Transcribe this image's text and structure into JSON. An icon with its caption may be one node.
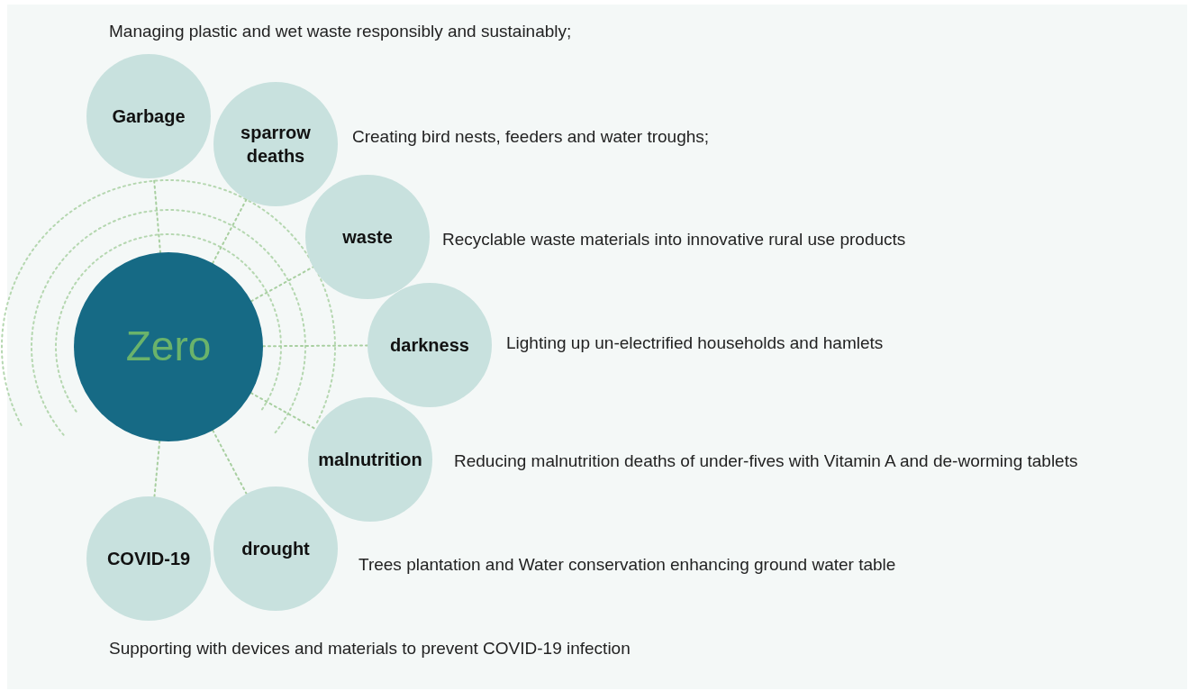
{
  "diagram": {
    "nodes": [
      {
        "text": [
          "Zero"
        ]
      },
      {
        "text": [
          "Garbage"
        ],
        "beside": [
          "Managing plastic and wet waste responsibly and sustainably;"
        ]
      },
      {
        "text": [
          "sparrow deaths"
        ],
        "beside": [
          "Creating bird nests, feeders and water troughs;"
        ]
      },
      {
        "text": [
          "waste"
        ],
        "beside": [
          "Recyclable waste materials into innovative rural use products"
        ]
      },
      {
        "text": [
          "darkness"
        ],
        "beside": [
          "Lighting up un-electrified households and hamlets"
        ]
      },
      {
        "text": [
          "malnutrition"
        ],
        "beside": [
          "Reducing malnutrition deaths of under-fives with Vitamin A and de-worming tablets"
        ]
      },
      {
        "text": [
          "drought"
        ],
        "beside": [
          "Trees plantation and Water conservation enhancing ground water table"
        ]
      },
      {
        "text": [
          "COVID-19"
        ],
        "beside": [
          "Supporting with devices and materials to prevent COVID-19 infection"
        ]
      }
    ],
    "edges": [
      {
        "from": 0,
        "to": 1,
        "arrow": "none",
        "style": "dashed"
      },
      {
        "from": 0,
        "to": 2,
        "arrow": "none",
        "style": "dashed"
      },
      {
        "from": 0,
        "to": 3,
        "arrow": "none",
        "style": "dashed"
      },
      {
        "from": 0,
        "to": 4,
        "arrow": "none",
        "style": "dashed"
      },
      {
        "from": 0,
        "to": 5,
        "arrow": "none",
        "style": "dashed"
      },
      {
        "from": 0,
        "to": 6,
        "arrow": "none",
        "style": "dashed"
      },
      {
        "from": 0,
        "to": 7,
        "arrow": "none",
        "style": "dashed"
      }
    ]
  }
}
